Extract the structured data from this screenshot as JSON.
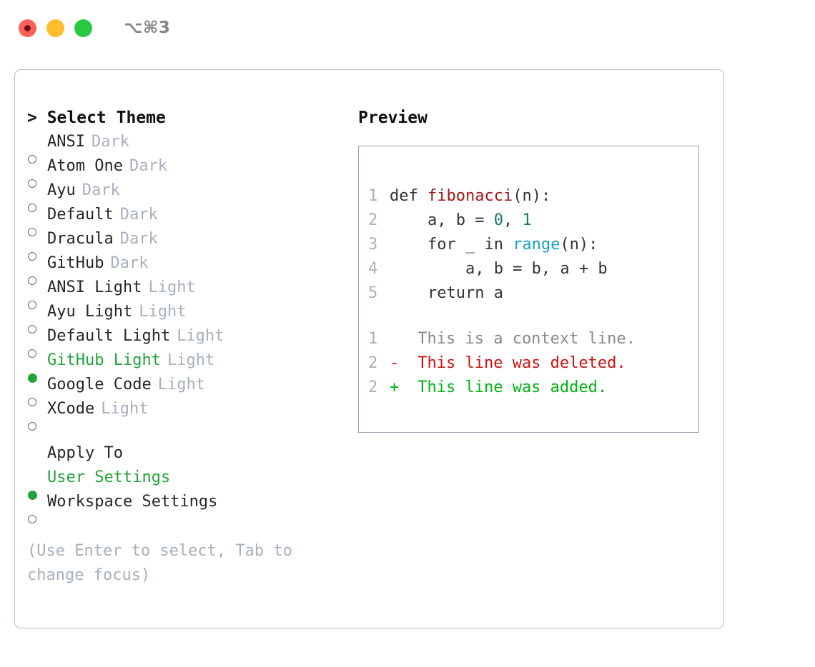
{
  "titlebar": {
    "shortcut": "⌥⌘3",
    "lights": [
      {
        "name": "close",
        "color": "#ff6159"
      },
      {
        "name": "minimize",
        "color": "#ffbd2e"
      },
      {
        "name": "maximize",
        "color": "#28c840"
      }
    ]
  },
  "theme_list": {
    "header": "> Select Theme",
    "items": [
      {
        "name": "ANSI",
        "kind": "Dark",
        "selected": false
      },
      {
        "name": "Atom One",
        "kind": "Dark",
        "selected": false
      },
      {
        "name": "Ayu",
        "kind": "Dark",
        "selected": false
      },
      {
        "name": "Default",
        "kind": "Dark",
        "selected": false
      },
      {
        "name": "Dracula",
        "kind": "Dark",
        "selected": false
      },
      {
        "name": "GitHub",
        "kind": "Dark",
        "selected": false
      },
      {
        "name": "ANSI Light",
        "kind": "Light",
        "selected": false
      },
      {
        "name": "Ayu Light",
        "kind": "Light",
        "selected": false
      },
      {
        "name": "Default Light",
        "kind": "Light",
        "selected": false
      },
      {
        "name": "GitHub Light",
        "kind": "Light",
        "selected": true
      },
      {
        "name": "Google Code",
        "kind": "Light",
        "selected": false
      },
      {
        "name": "XCode",
        "kind": "Light",
        "selected": false
      }
    ]
  },
  "apply_to": {
    "title": "Apply To",
    "options": [
      {
        "label": "User Settings",
        "selected": true
      },
      {
        "label": "Workspace Settings",
        "selected": false
      }
    ]
  },
  "help": "(Use Enter to select, Tab to change focus)",
  "preview": {
    "title": "Preview",
    "code_lines": [
      {
        "num": "1",
        "tokens": [
          {
            "t": "def ",
            "c": "plain"
          },
          {
            "t": "fibonacci",
            "c": "fn"
          },
          {
            "t": "(n):",
            "c": "plain"
          }
        ]
      },
      {
        "num": "2",
        "tokens": [
          {
            "t": "    a, b = ",
            "c": "plain"
          },
          {
            "t": "0",
            "c": "num"
          },
          {
            "t": ", ",
            "c": "plain"
          },
          {
            "t": "1",
            "c": "num"
          }
        ]
      },
      {
        "num": "3",
        "tokens": [
          {
            "t": "    for _ in ",
            "c": "plain"
          },
          {
            "t": "range",
            "c": "call"
          },
          {
            "t": "(n):",
            "c": "plain"
          }
        ]
      },
      {
        "num": "4",
        "tokens": [
          {
            "t": "        a, b = b, a + b",
            "c": "plain"
          }
        ]
      },
      {
        "num": "5",
        "tokens": [
          {
            "t": "    return a",
            "c": "plain"
          }
        ]
      }
    ],
    "diff_lines": [
      {
        "num": "1",
        "mark": " ",
        "text": " This is a context line.",
        "kind": "ctx"
      },
      {
        "num": "2",
        "mark": "-",
        "text": " This line was deleted.",
        "kind": "del"
      },
      {
        "num": "2",
        "mark": "+",
        "text": " This line was added.",
        "kind": "add"
      }
    ]
  },
  "colors": {
    "selected_green": "#22a33a",
    "diff_add": "#00b312",
    "diff_del": "#cc1111",
    "muted": "#a8b0bd",
    "fn_name": "#a01717",
    "number": "#0f7a6e",
    "call": "#1a9fc4",
    "panel_border": "#b4bdc8",
    "preview_border": "#9aa5b4"
  }
}
